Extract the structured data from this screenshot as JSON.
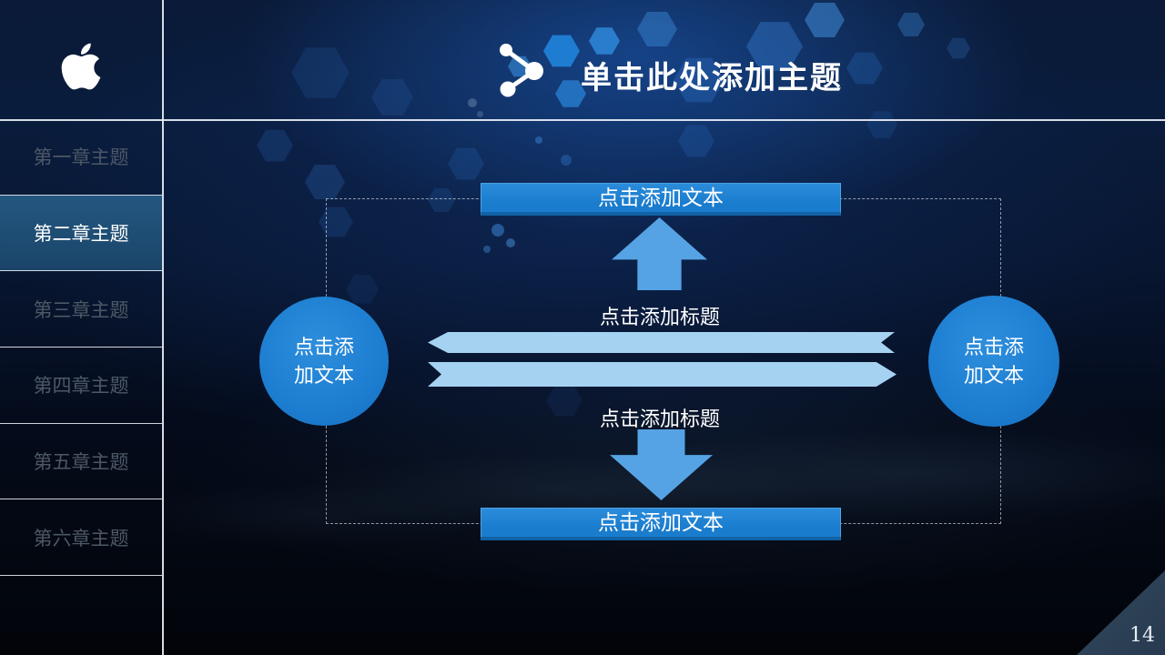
{
  "header": {
    "title": "单击此处添加主题",
    "logo_icon": "apple-logo",
    "title_icon": "share-nodes-icon"
  },
  "sidebar": {
    "items": [
      {
        "label": "第一章主题",
        "active": false
      },
      {
        "label": "第二章主题",
        "active": true
      },
      {
        "label": "第三章主题",
        "active": false
      },
      {
        "label": "第四章主题",
        "active": false
      },
      {
        "label": "第五章主题",
        "active": false
      },
      {
        "label": "第六章主题",
        "active": false
      }
    ]
  },
  "diagram": {
    "top_box_label": "点击添加文本",
    "upper_caption": "点击添加标题",
    "lower_caption": "点击添加标题",
    "bottom_box_label": "点击添加文本",
    "left_circle_label": "点击添加文本",
    "right_circle_label": "点击添加文本"
  },
  "footer": {
    "page_number": "14"
  },
  "colors": {
    "accent_blue": "#1b7ed2",
    "arrow_blue": "#55a3e4",
    "bar_light_blue": "#a6d2f2",
    "active_item_bg": "#1e4c74",
    "corner_triangle": "#2b3e53"
  }
}
